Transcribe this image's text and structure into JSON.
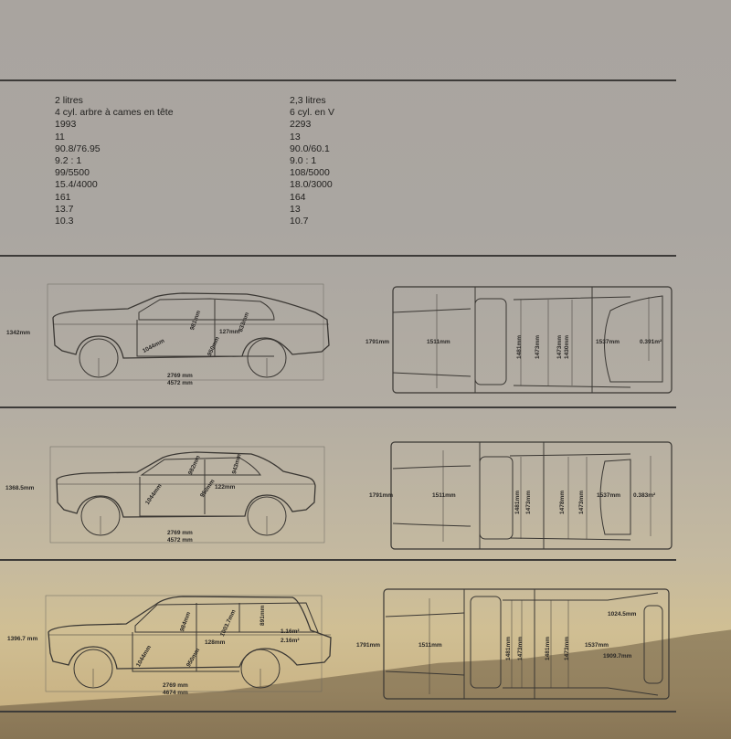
{
  "page": {
    "background_top": "#a9a49f",
    "background_bottom": "#c6ad7c",
    "rule_color": "#3d3b39"
  },
  "specs": {
    "engine_2l": [
      "2 litres",
      "4 cyl. arbre à cames en tête",
      "1993",
      "11",
      "90.8/76.95",
      "9.2 : 1",
      "99/5500",
      "15.4/4000",
      "161",
      "13.7",
      "10.3"
    ],
    "engine_2_3l": [
      "2,3 litres",
      "6 cyl. en V",
      "2293",
      "13",
      "90.0/60.1",
      "9.0 : 1",
      "108/5000",
      "18.0/3000",
      "164",
      "13",
      "10.7"
    ]
  },
  "drawings": {
    "coupe_side": {
      "height": "1342mm",
      "wheelbase": "2769",
      "length": "4572",
      "unit": "mm",
      "front_diag": "1044mm",
      "front_headroom": "981mm",
      "rear_headroom": "833mm",
      "seat_height": "950mm",
      "legroom": "127mm"
    },
    "coupe_top": {
      "width": "1791mm",
      "front_track": "1511mm",
      "shoulder_front": "1481mm",
      "hip_front": "1473mm",
      "shoulder_rear": "1473mm",
      "hip_rear": "1430mm",
      "rear_track": "1537mm",
      "trunk": "0.391m²"
    },
    "sedan_side": {
      "height": "1368.5mm",
      "wheelbase": "2769",
      "length": "4572",
      "unit": "mm",
      "front_diag": "1044mm",
      "front_headroom": "982mm",
      "rear_headroom": "943mm",
      "seat_height": "950mm",
      "legroom": "122mm"
    },
    "sedan_top": {
      "width": "1791mm",
      "front_track": "1511mm",
      "shoulder_front": "1481mm",
      "hip_front": "1473mm",
      "shoulder_rear": "1478mm",
      "hip_rear": "1473mm",
      "rear_track": "1537mm",
      "trunk": "0.383m²"
    },
    "wagon_side": {
      "height": "1396.7 mm",
      "wheelbase": "2769 mm",
      "length": "4674 mm",
      "front_diag": "1044mm",
      "front_headroom": "984mm",
      "rear_headroom": "1003.7mm",
      "cargo_height": "891mm",
      "seat_height": "950mm",
      "legroom": "128mm",
      "cargo_volume_1": "1.16m²",
      "cargo_volume_2": "2.16m²"
    },
    "wagon_top": {
      "width": "1791mm",
      "front_track": "1511mm",
      "shoulder_front": "1481mm",
      "hip_front": "1473mm",
      "shoulder_rear": "1481mm",
      "hip_rear": "1473mm",
      "rear_track": "1537mm",
      "cargo_width": "1024.5mm",
      "cargo_length": "1909.7mm"
    }
  }
}
